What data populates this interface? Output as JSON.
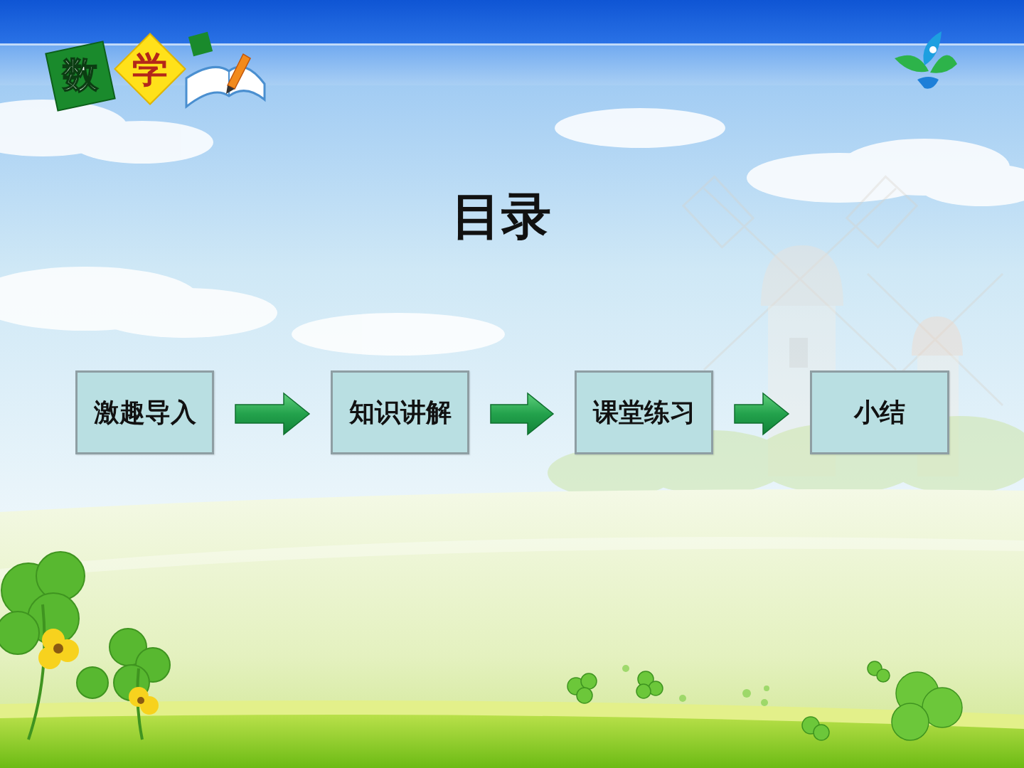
{
  "diagram": {
    "title": "目录",
    "nodes": [
      {
        "text": [
          "激趣导入"
        ]
      },
      {
        "text": [
          "知识讲解"
        ]
      },
      {
        "text": [
          "课堂练习"
        ]
      },
      {
        "text": [
          "小结"
        ]
      }
    ],
    "edges": [
      {
        "from": 0,
        "to": 1,
        "arrow": "to"
      },
      {
        "from": 1,
        "to": 2,
        "arrow": "to"
      },
      {
        "from": 2,
        "to": 3,
        "arrow": "to"
      }
    ],
    "labels": [
      "数",
      "学"
    ]
  }
}
